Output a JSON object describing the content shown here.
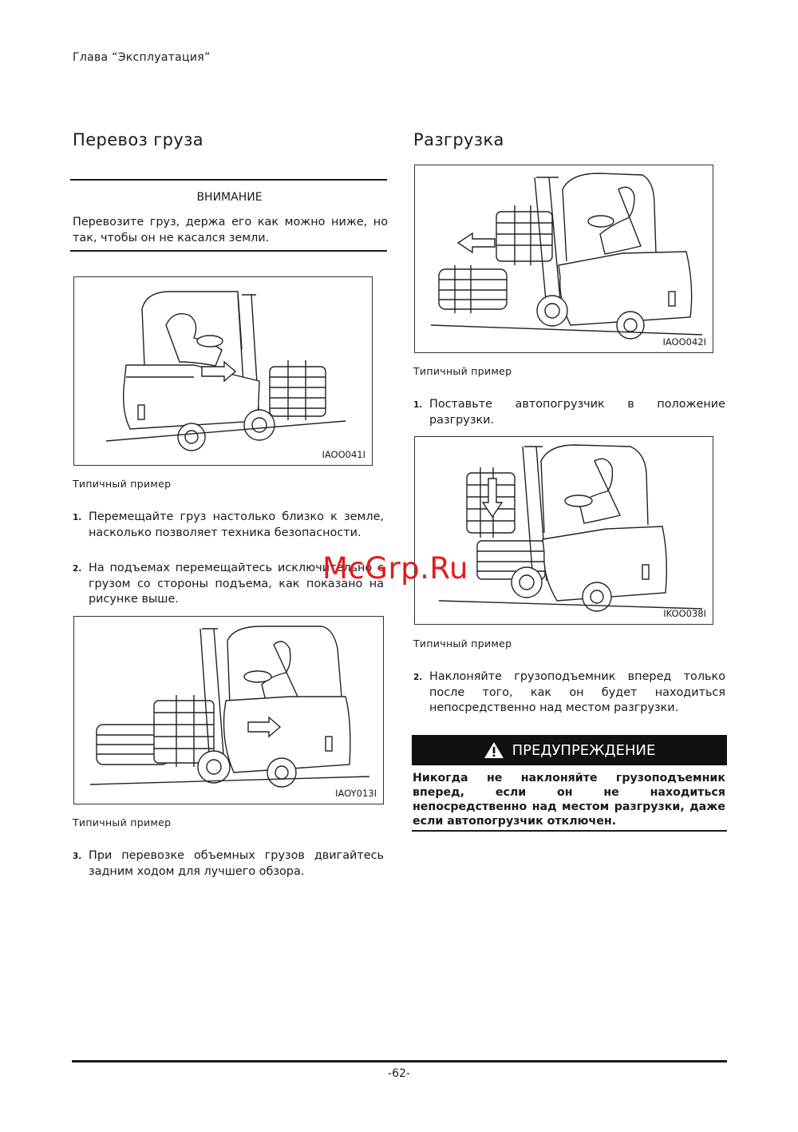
{
  "header": {
    "chapter": "Глава “Эксплуатация”"
  },
  "left": {
    "title": "Перевоз груза",
    "caution": {
      "title": "ВНИМАНИЕ",
      "text": "Перевозите груз, держа его как можно ниже, но так, чтобы он не касался земли."
    },
    "figure1": {
      "code": "IAOO041I",
      "caption": "Типичный пример"
    },
    "steps_a": [
      {
        "num": "1.",
        "text": "Перемещайте груз настолько близко к земле, насколько позволяет техника безопасности."
      },
      {
        "num": "2.",
        "text": "На подъемах перемещайтесь исключительно с грузом со стороны подъема, как показано на рисунке выше."
      }
    ],
    "figure2": {
      "code": "IAOY013I",
      "caption": "Типичный пример"
    },
    "steps_b": [
      {
        "num": "3.",
        "text": "При перевозке объемных грузов двигайтесь задним ходом для лучшего обзора."
      }
    ]
  },
  "right": {
    "title": "Разгрузка",
    "figure1": {
      "code": "IAOO042I",
      "caption": "Типичный пример"
    },
    "steps_a": [
      {
        "num": "1.",
        "text": "Поставьте автопогрузчик в положение разгрузки."
      }
    ],
    "figure2": {
      "code": "IKOO038I",
      "caption": "Типичный пример"
    },
    "steps_b": [
      {
        "num": "2.",
        "text": "Наклоняйте грузоподъемник вперед только после того, как он будет находиться непосредственно над местом разгрузки."
      }
    ],
    "warning": {
      "title": "ПРЕДУПРЕЖДЕНИЕ",
      "icon": "warning-triangle-icon",
      "text": "Никогда не наклоняйте грузоподъемник вперед, если он не находиться непосредственно над местом разгрузки, даже если автопогрузчик отключен."
    }
  },
  "watermark": "McGrp.Ru",
  "footer": {
    "page": "-62-"
  }
}
